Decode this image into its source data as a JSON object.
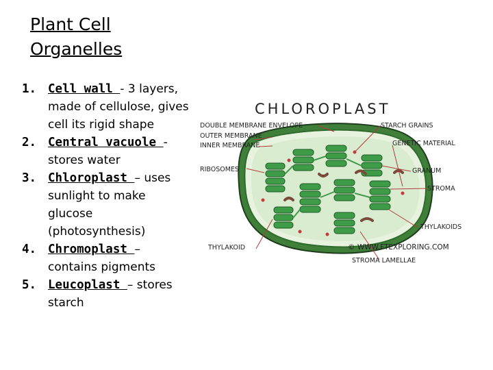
{
  "slide": {
    "title_line1": "Plant Cell",
    "title_line2": "Organelles",
    "items": [
      {
        "num": "1.",
        "term": "Cell wall ",
        "desc": "- 3 layers, made of cellulose, gives cell its rigid shape"
      },
      {
        "num": "2.",
        "term": "Central vacuole ",
        "desc": "- stores water"
      },
      {
        "num": "3.",
        "term": "Chloroplast ",
        "desc": "– uses sunlight to make glucose (photosynthesis)"
      },
      {
        "num": "4.",
        "term": "Chromoplast ",
        "desc": "– contains pigments"
      },
      {
        "num": "5.",
        "term": "Leucoplast ",
        "desc": "– stores starch"
      }
    ]
  },
  "figure": {
    "heading": "CHLOROPLAST",
    "labels_left": [
      "DOUBLE MEMBRANE ENVELOPE",
      "OUTER MEMBRANE",
      "INNER MEMBRANE",
      "RIBOSOMES",
      "THYLAKOID"
    ],
    "labels_right": [
      "STARCH GRAINS",
      "GENETIC MATERIAL",
      "GRANUM",
      "STROMA",
      "THYLAKOIDS"
    ],
    "label_bottom": "STROMA LAMELLAE",
    "copyright": "© WWW.FTEXPLORING.COM",
    "colors": {
      "outer": "#3f7f3a",
      "stroma": "#d9ecd0",
      "granum": "#3e9b48",
      "starch": "#7a4a3a",
      "ribosome": "#c23a3a"
    }
  }
}
